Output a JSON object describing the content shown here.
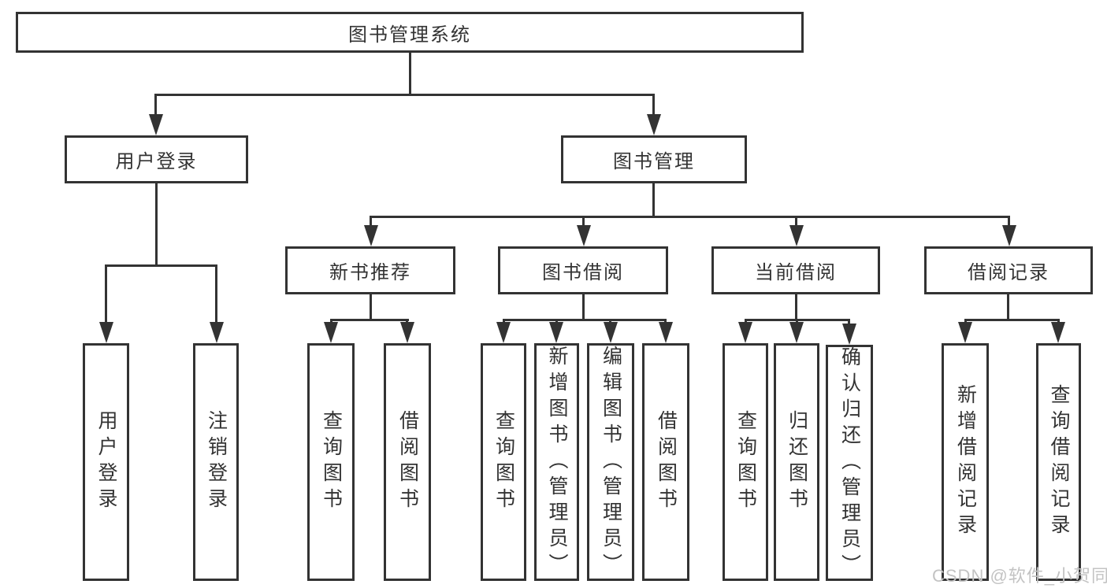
{
  "diagram": {
    "title": "图书管理系统",
    "type": "hierarchy-tree",
    "colors": {
      "line": "#333333",
      "text": "#333333",
      "background": "#ffffff",
      "watermark": "#c3c3c3"
    },
    "watermark": "CSDN @软件_小贺同学",
    "nodes": {
      "root": {
        "label": "图书管理系统"
      },
      "user_login": {
        "label": "用户登录"
      },
      "book_mgmt": {
        "label": "图书管理"
      },
      "new_book_rec": {
        "label": "新书推荐"
      },
      "book_borrow": {
        "label": "图书借阅"
      },
      "current_borrow": {
        "label": "当前借阅"
      },
      "borrow_record": {
        "label": "借阅记录"
      },
      "leaf_user_login": {
        "label": "用户登录"
      },
      "leaf_logout": {
        "label": "注销登录"
      },
      "leaf_rec_query": {
        "label": "查询图书"
      },
      "leaf_rec_borrow": {
        "label": "借阅图书"
      },
      "leaf_bb_query": {
        "label": "查询图书"
      },
      "leaf_bb_add": {
        "label": "新增图书（管理员）"
      },
      "leaf_bb_edit": {
        "label": "编辑图书（管理员）"
      },
      "leaf_bb_borrow": {
        "label": "借阅图书"
      },
      "leaf_cb_query": {
        "label": "查询图书"
      },
      "leaf_cb_return": {
        "label": "归还图书"
      },
      "leaf_cb_confirm": {
        "label": "确认归还（管理员）"
      },
      "leaf_br_add": {
        "label": "新增借阅记录"
      },
      "leaf_br_query": {
        "label": "查询借阅记录"
      }
    },
    "edges": [
      {
        "from": "root",
        "to": "user_login"
      },
      {
        "from": "root",
        "to": "book_mgmt"
      },
      {
        "from": "user_login",
        "to": "leaf_user_login"
      },
      {
        "from": "user_login",
        "to": "leaf_logout"
      },
      {
        "from": "book_mgmt",
        "to": "new_book_rec"
      },
      {
        "from": "book_mgmt",
        "to": "book_borrow"
      },
      {
        "from": "book_mgmt",
        "to": "current_borrow"
      },
      {
        "from": "book_mgmt",
        "to": "borrow_record"
      },
      {
        "from": "new_book_rec",
        "to": "leaf_rec_query"
      },
      {
        "from": "new_book_rec",
        "to": "leaf_rec_borrow"
      },
      {
        "from": "book_borrow",
        "to": "leaf_bb_query"
      },
      {
        "from": "book_borrow",
        "to": "leaf_bb_add"
      },
      {
        "from": "book_borrow",
        "to": "leaf_bb_edit"
      },
      {
        "from": "book_borrow",
        "to": "leaf_bb_borrow"
      },
      {
        "from": "current_borrow",
        "to": "leaf_cb_query"
      },
      {
        "from": "current_borrow",
        "to": "leaf_cb_return"
      },
      {
        "from": "current_borrow",
        "to": "leaf_cb_confirm"
      },
      {
        "from": "borrow_record",
        "to": "leaf_br_add"
      },
      {
        "from": "borrow_record",
        "to": "leaf_br_query"
      }
    ]
  }
}
